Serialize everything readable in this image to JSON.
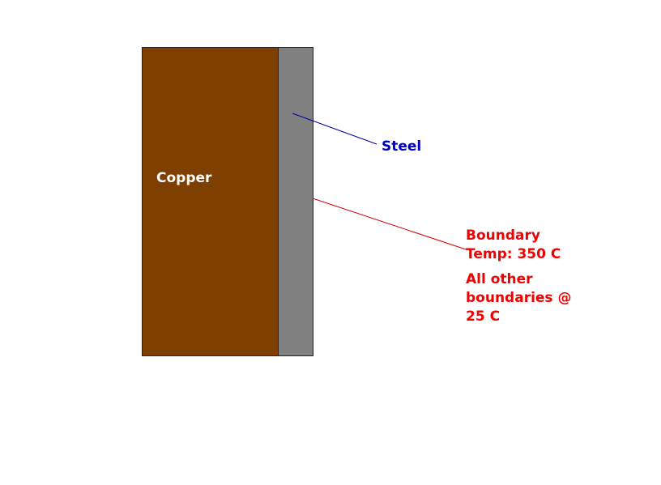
{
  "diagram": {
    "materials": {
      "copper": {
        "label": "Copper",
        "color": "#7f3f00"
      },
      "steel": {
        "label": "Steel",
        "color": "#808080"
      }
    },
    "annotations": {
      "steel_label_color": "#0000c0",
      "boundary_line1": "Boundary",
      "boundary_line2": "Temp: 350 C",
      "other_line1": "All other",
      "other_line2": "boundaries @",
      "other_line3": "25 C",
      "boundary_color": "#f00000"
    }
  }
}
